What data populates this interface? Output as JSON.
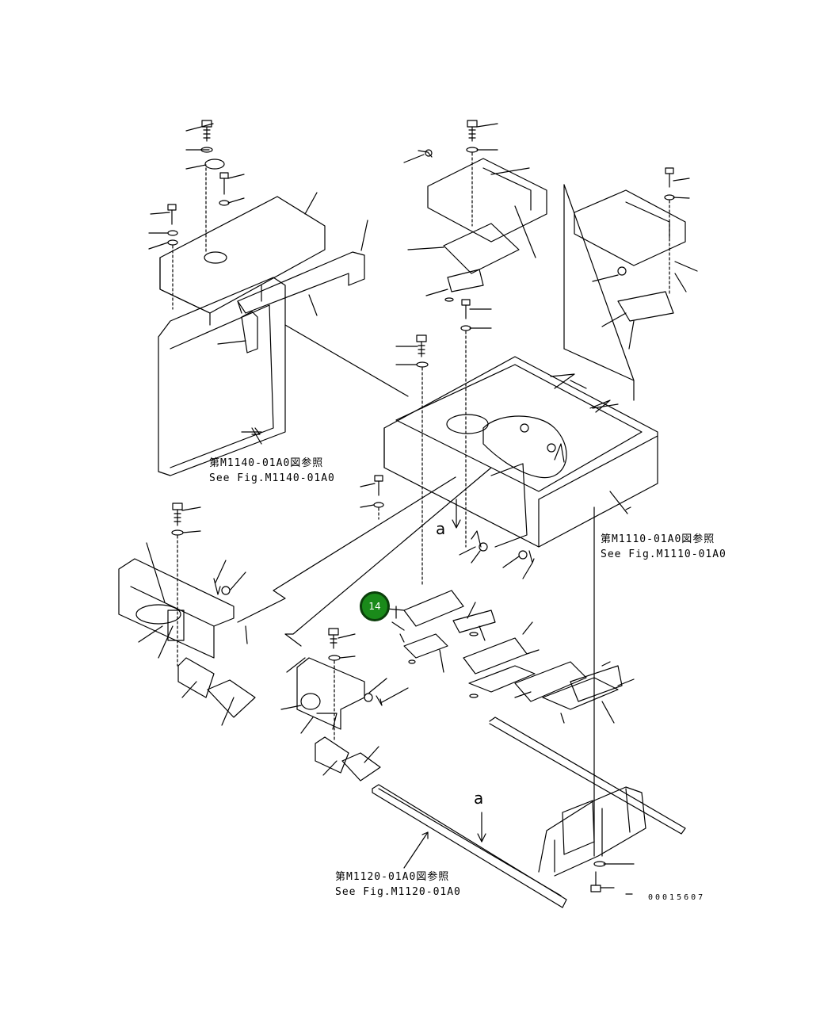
{
  "references": {
    "m1140": {
      "jp": "第M1140-01A0図参照",
      "en": "See Fig.M1140-01A0"
    },
    "m1110": {
      "jp": "第M1110-01A0図参照",
      "en": "See Fig.M1110-01A0"
    },
    "m1120": {
      "jp": "第M1120-01A0図参照",
      "en": "See Fig.M1120-01A0"
    }
  },
  "view_markers": {
    "upper": "a",
    "lower": "a"
  },
  "callout": {
    "number": "14",
    "color": "#1a8a1a"
  },
  "drawing_number": "00015607"
}
